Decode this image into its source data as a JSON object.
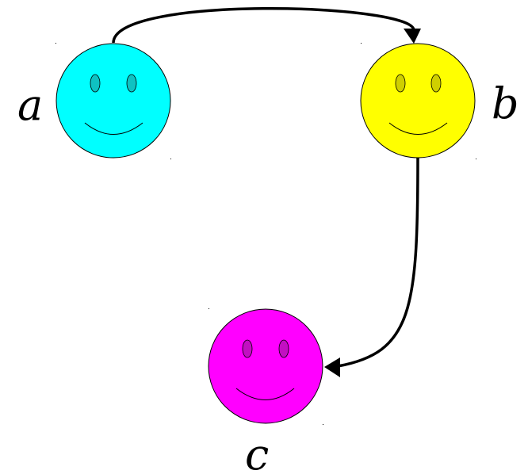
{
  "nodes": [
    {
      "id": "a",
      "label": "a",
      "color": "#00ffff",
      "eye_color": "#1b8f8f"
    },
    {
      "id": "b",
      "label": "b",
      "color": "#ffff00",
      "eye_color": "#a8a800"
    },
    {
      "id": "c",
      "label": "c",
      "color": "#ff00ff",
      "eye_color": "#8f1b8f"
    }
  ],
  "edges": [
    {
      "from": "a",
      "to": "b"
    },
    {
      "from": "b",
      "to": "c"
    }
  ]
}
